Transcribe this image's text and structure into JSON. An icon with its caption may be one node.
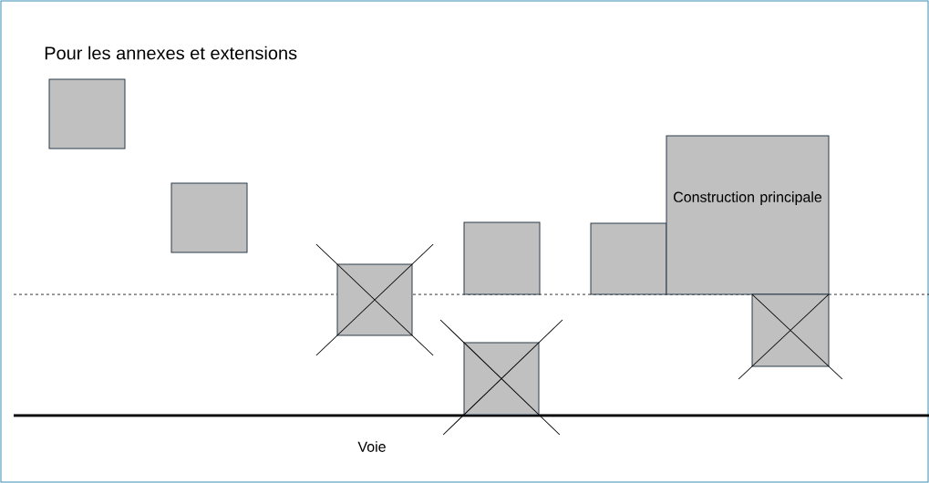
{
  "diagram": {
    "title": "Pour les annexes et extensions",
    "nodes": [
      {
        "text": [],
        "shape": "box"
      },
      {
        "text": [],
        "shape": "box"
      },
      {
        "text": [],
        "shape": "box"
      },
      {
        "text": [],
        "shape": "box"
      },
      {
        "text": [],
        "shape": "box"
      },
      {
        "text": [],
        "shape": "box"
      },
      {
        "text": [
          "Construction principale"
        ]
      },
      {
        "text": [],
        "shape": "box"
      }
    ],
    "labels": [
      "Voie"
    ]
  }
}
